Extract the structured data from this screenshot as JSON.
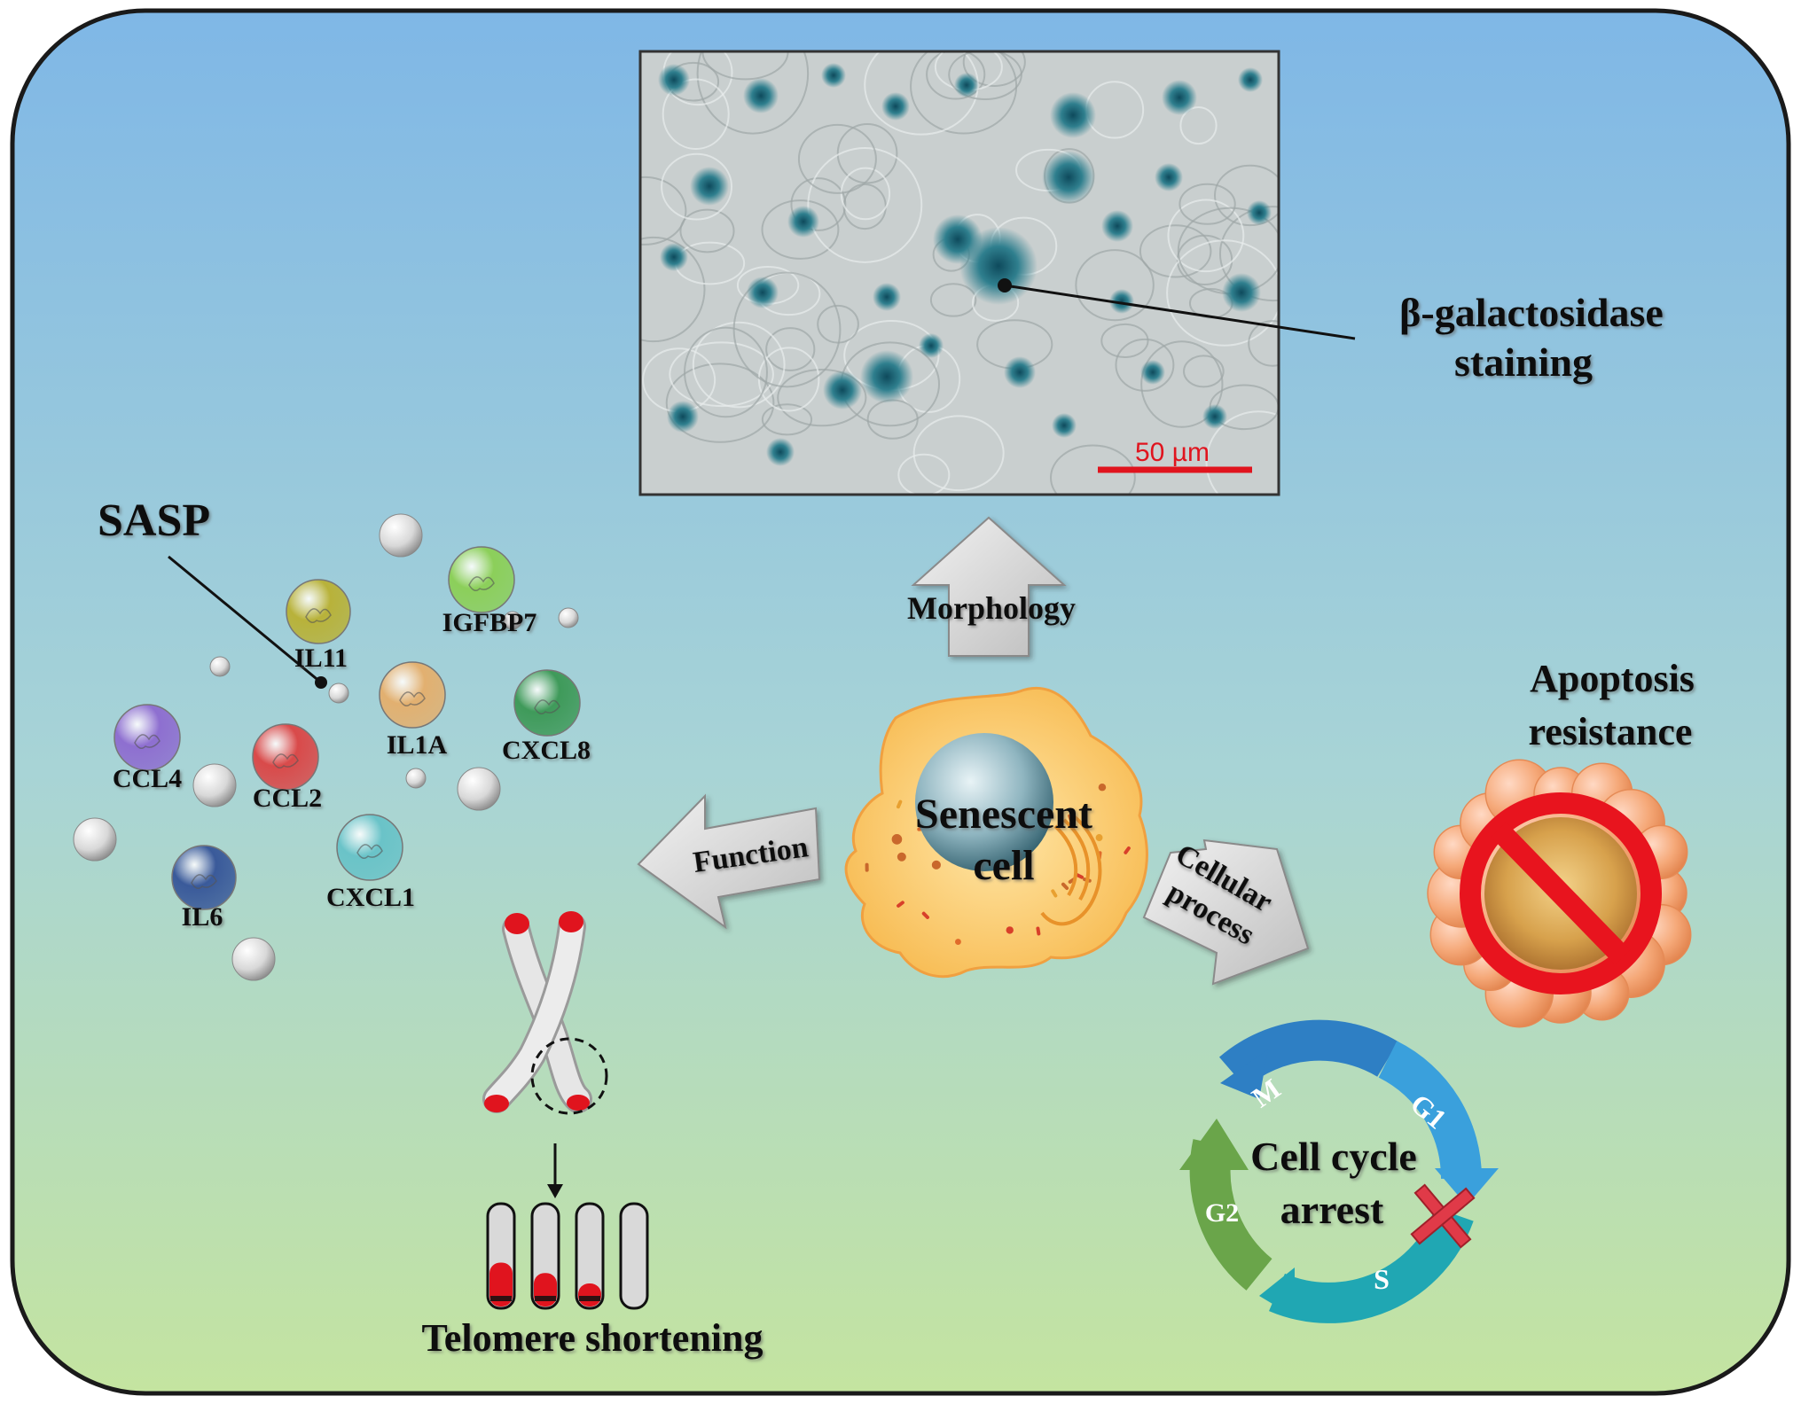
{
  "micrograph": {
    "label_line1": "β-galactosidase",
    "label_line2": "staining",
    "scale_bar": "50 µm"
  },
  "arrows": {
    "morphology": "Morphology",
    "function": "Function",
    "cellular_line1": "Cellular",
    "cellular_line2": "process"
  },
  "cell": {
    "line1": "Senescent",
    "line2": "cell"
  },
  "sasp": {
    "title": "SASP",
    "factors": {
      "il11": "IL11",
      "igfbp7": "IGFBP7",
      "il1a": "IL1A",
      "cxcl8": "CXCL8",
      "ccl4": "CCL4",
      "ccl2": "CCL2",
      "cxcl1": "CXCL1",
      "il6": "IL6"
    },
    "colors": {
      "il11": "#b8b23a",
      "igfbp7": "#8ccf5a",
      "il1a": "#e2b070",
      "cxcl8": "#3f9a5a",
      "ccl4": "#8e6fd0",
      "ccl2": "#d94a4a",
      "cxcl1": "#6ac3c8",
      "il6": "#3a5a9a"
    }
  },
  "apoptosis": {
    "line1": "Apoptosis",
    "line2": "resistance"
  },
  "cell_cycle": {
    "line1": "Cell cycle",
    "line2": "arrest",
    "phases": {
      "m": "M",
      "g1": "G1",
      "s": "S",
      "g2": "G2"
    }
  },
  "telomere": {
    "label": "Telomere shortening"
  },
  "colors": {
    "bg_top": "#7fb8e6",
    "bg_bottom": "#c2e2a0",
    "telomere_red": "#e0141e",
    "prohibit_red": "#e8141e"
  }
}
